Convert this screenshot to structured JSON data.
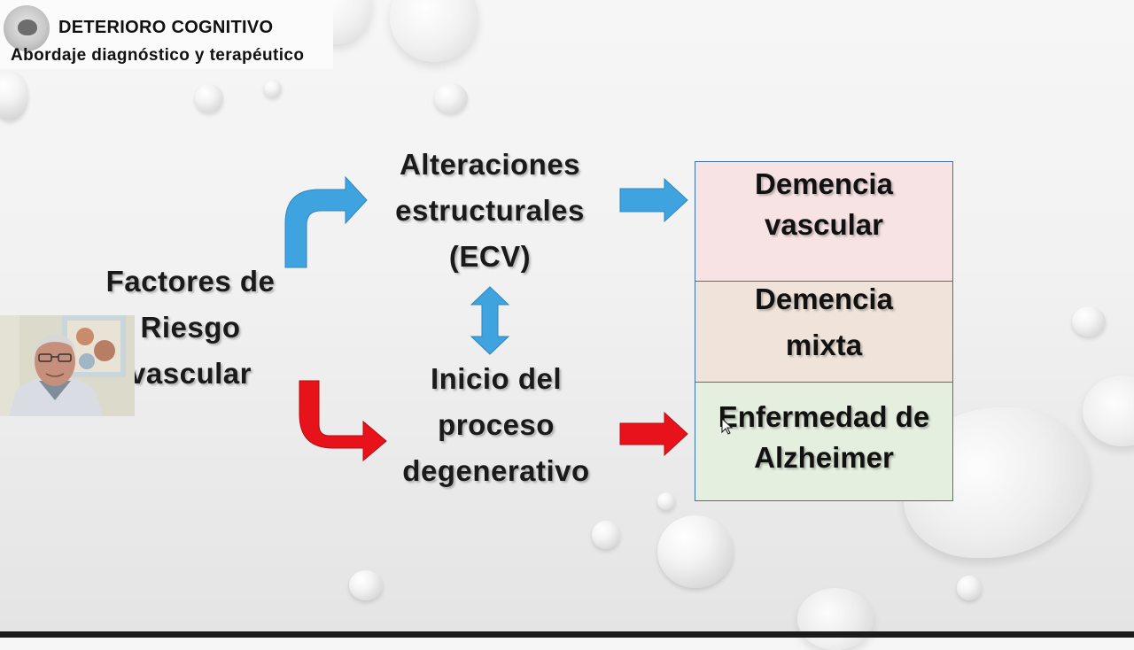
{
  "header": {
    "title": "DETERIORO COGNITIVO",
    "subtitle": "Abordaje diagnóstico y terapéutico"
  },
  "diagram": {
    "source": [
      "Factores de",
      "Riesgo",
      "vascular"
    ],
    "top_node": [
      "Alteraciones",
      "estructurales",
      "(ECV)"
    ],
    "bottom_node": [
      "Inicio del",
      "proceso",
      "degenerativo"
    ],
    "outcomes": [
      {
        "lines": [
          "Demencia",
          "vascular"
        ],
        "color": "#f7e3e3"
      },
      {
        "lines": [
          "Demencia",
          "mixta"
        ],
        "color": "#f0e4da"
      },
      {
        "lines": [
          "Enfermedad de",
          "Alzheimer"
        ],
        "color": "#e5efe0"
      }
    ],
    "colors": {
      "blue_arrow": "#3fa3e0",
      "red_arrow": "#e8131a",
      "box_border": "#3b73a8"
    }
  },
  "webcam": {
    "icon": "presenter-video"
  }
}
